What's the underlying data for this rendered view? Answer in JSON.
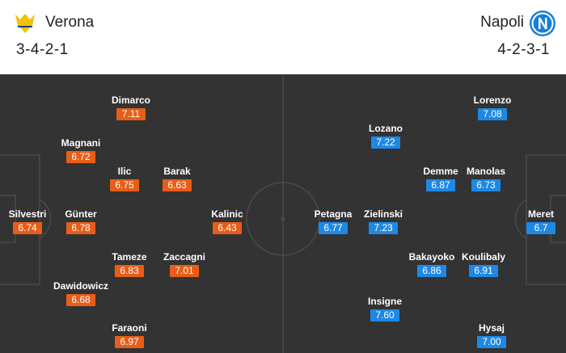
{
  "colors": {
    "home_rating": "#e85d17",
    "away_rating": "#1e88e5",
    "pitch": "#333333",
    "lines": "#4a4a4a"
  },
  "home": {
    "name": "Verona",
    "formation": "3-4-2-1",
    "logo_icon": "verona-logo-icon",
    "players": [
      {
        "name": "Silvestri",
        "rating": "6.74"
      },
      {
        "name": "Magnani",
        "rating": "6.72"
      },
      {
        "name": "Günter",
        "rating": "6.78"
      },
      {
        "name": "Dawidowicz",
        "rating": "6.68"
      },
      {
        "name": "Dimarco",
        "rating": "7.11"
      },
      {
        "name": "Ilic",
        "rating": "6.75"
      },
      {
        "name": "Tameze",
        "rating": "6.83"
      },
      {
        "name": "Faraoni",
        "rating": "6.97"
      },
      {
        "name": "Barak",
        "rating": "6.63"
      },
      {
        "name": "Zaccagni",
        "rating": "7.01"
      },
      {
        "name": "Kalinic",
        "rating": "6.43"
      }
    ]
  },
  "away": {
    "name": "Napoli",
    "formation": "4-2-3-1",
    "logo_icon": "napoli-logo-icon",
    "players": [
      {
        "name": "Meret",
        "rating": "6.7"
      },
      {
        "name": "Lorenzo",
        "rating": "7.08"
      },
      {
        "name": "Manolas",
        "rating": "6.73"
      },
      {
        "name": "Koulibaly",
        "rating": "6.91"
      },
      {
        "name": "Hysaj",
        "rating": "7.00"
      },
      {
        "name": "Demme",
        "rating": "6.87"
      },
      {
        "name": "Bakayoko",
        "rating": "6.86"
      },
      {
        "name": "Lozano",
        "rating": "7.22"
      },
      {
        "name": "Zielinski",
        "rating": "7.23"
      },
      {
        "name": "Insigne",
        "rating": "7.60"
      },
      {
        "name": "Petagna",
        "rating": "6.77"
      }
    ]
  }
}
